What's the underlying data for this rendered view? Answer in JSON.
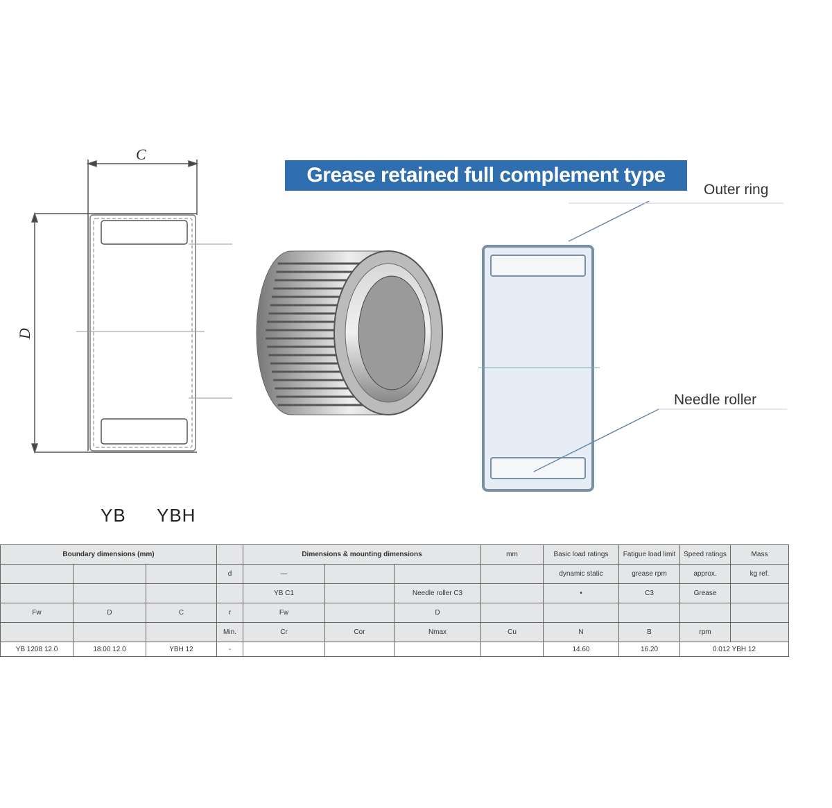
{
  "title": "Grease retained full complement type",
  "labels": {
    "width": "C",
    "diameter": "D",
    "outer_ring": "Outer ring",
    "needle_roller": "Needle roller"
  },
  "models": [
    "YB",
    "YBH"
  ],
  "colors": {
    "title_bg": "#2f6fb0",
    "section_fill": "#e6edf4",
    "outline": "#7a8fa8"
  },
  "table": {
    "rows": [
      [
        "Boundary dimensions (mm)",
        "",
        "",
        "",
        "Dimensions & mounting dimensions",
        "",
        "",
        "mm",
        "Basic load ratings",
        "Fatigue load limit",
        "Speed ratings",
        "Mass"
      ],
      [
        "",
        "",
        "",
        "d",
        "—",
        "",
        "",
        "",
        "dynamic static",
        "grease  rpm",
        "approx.",
        "kg  ref."
      ],
      [
        "",
        "",
        "",
        "",
        "YB  C1",
        "",
        "Needle roller  C3",
        "",
        "•",
        "C3",
        "Grease",
        ""
      ],
      [
        "Fw",
        "D",
        "C",
        "r",
        "Fw",
        "",
        "D",
        "",
        "",
        "",
        "",
        ""
      ],
      [
        "",
        "",
        "",
        "Min.",
        "Cr",
        "Cor",
        "Nmax",
        "Cu",
        "N",
        "B",
        "rpm",
        ""
      ],
      [
        "YB 1208  12.0",
        "18.00  12.0",
        "YBH  12",
        "-",
        "",
        "",
        "",
        "",
        "14.60",
        "16.20",
        "0.012 YBH 12"
      ]
    ],
    "col_widths": []
  }
}
